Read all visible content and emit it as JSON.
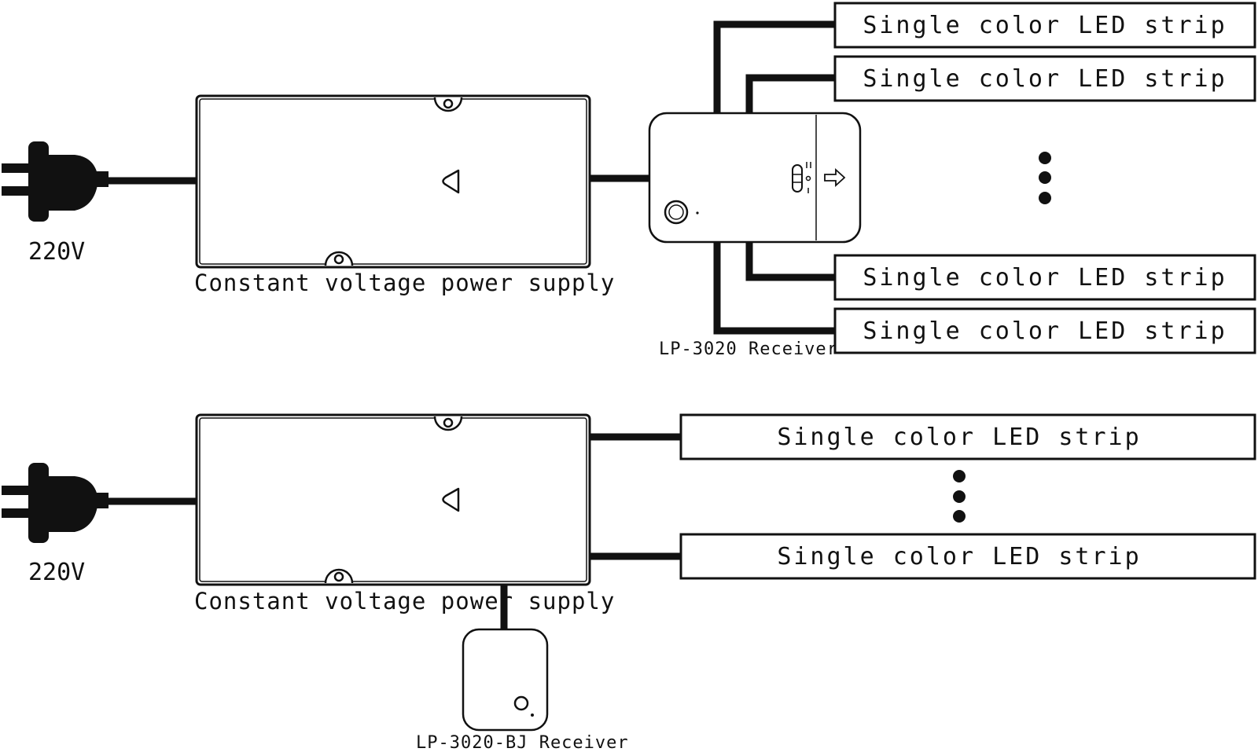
{
  "top_section": {
    "voltage": "220V",
    "power_supply": {
      "label": "Constant voltage power supply"
    },
    "receiver": {
      "label": "LP-3020 Receiver"
    },
    "strips": [
      {
        "label": "Single color LED strip"
      },
      {
        "label": "Single color LED strip"
      },
      {
        "label": "Single color LED strip"
      },
      {
        "label": "Single color LED strip"
      }
    ]
  },
  "bottom_section": {
    "voltage": "220V",
    "power_supply": {
      "label": "Constant voltage power supply"
    },
    "receiver": {
      "label": "LP-3020-BJ Receiver"
    },
    "strips": [
      {
        "label": "Single color LED strip"
      },
      {
        "label": "Single color LED strip"
      }
    ]
  },
  "colors": {
    "line": "#111111",
    "background": "#ffffff"
  },
  "icons": [
    "power-plug-icon",
    "mount-hole-icon",
    "triangle-indicator-icon",
    "arrow-right-icon",
    "ellipsis-vertical-icon"
  ]
}
